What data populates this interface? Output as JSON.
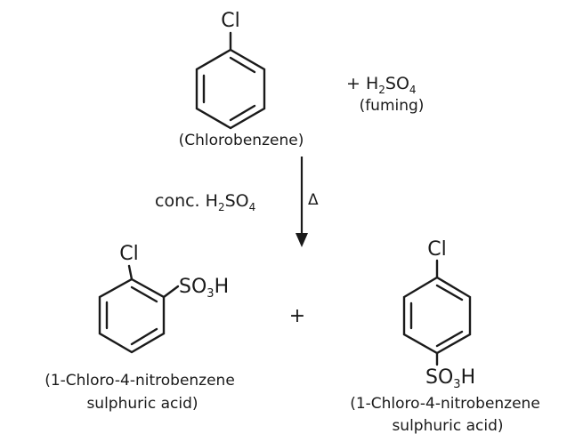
{
  "reactant": {
    "substituent": "Cl",
    "name": "(Chlorobenzene)"
  },
  "reagent": {
    "prefix": "+ H",
    "sub1": "2",
    "mid": "SO",
    "sub2": "4",
    "condition": "(fuming)"
  },
  "arrow_label": {
    "left_prefix": "conc. H",
    "left_sub1": "2",
    "left_mid": "SO",
    "left_sub2": "4",
    "right": "Δ"
  },
  "product_ortho": {
    "top_group": "Cl",
    "side_group_prefix": "SO",
    "side_group_sub": "3",
    "side_group_suffix": "H",
    "name_line1": "(1-Chloro-4-nitrobenzene",
    "name_line2": "sulphuric acid)"
  },
  "plus_sign": "+",
  "product_para": {
    "top_group": "Cl",
    "bottom_group_prefix": "SO",
    "bottom_group_sub": "3",
    "bottom_group_suffix": "H",
    "name_line1": "(1-Chloro-4-nitrobenzene",
    "name_line2": "sulphuric acid)"
  },
  "colors": {
    "ink": "#1a1a1a",
    "background": "#ffffff"
  }
}
